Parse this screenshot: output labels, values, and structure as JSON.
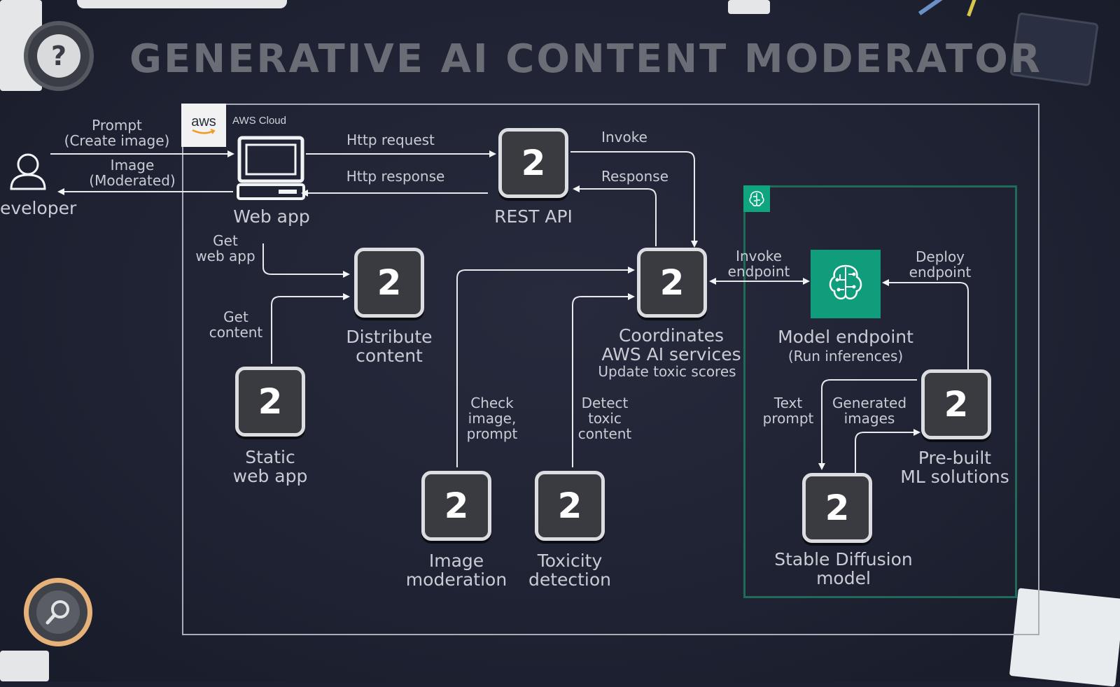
{
  "title": "GENERATIVE AI CONTENT MODERATOR",
  "icons": {
    "help": "question-mark-icon",
    "search": "magnifier-icon",
    "developer": "user-icon",
    "web_app": "computer-icon",
    "model": "brain-circuit-icon"
  },
  "colors": {
    "background": "#1e2232",
    "title": "#6a6d76",
    "ml_frame": "#1f6b5a",
    "model_box": "#0f9d7b",
    "search_ring": "#e6b27a"
  },
  "help_glyph": "?",
  "aws": {
    "logo": "aws",
    "cloud_label": "AWS Cloud"
  },
  "developer": {
    "label": "eveloper"
  },
  "flows": {
    "prompt": "Prompt\n(Create image)",
    "image": "Image\n(Moderated)",
    "http_request": "Http request",
    "http_response": "Http response",
    "invoke": "Invoke",
    "response": "Response",
    "get_web_app": "Get\nweb app",
    "get_content": "Get\ncontent",
    "check_image": "Check\nimage,\nprompt",
    "detect_toxic": "Detect\ntoxic\ncontent",
    "invoke_endpoint": "Invoke\nendpoint",
    "deploy_endpoint": "Deploy\nendpoint",
    "text_prompt": "Text\nprompt",
    "generated_images": "Generated\nimages"
  },
  "nodes": {
    "web_app": {
      "label": "Web app"
    },
    "rest_api": {
      "label": "REST API",
      "value": "2"
    },
    "distribute": {
      "label": "Distribute\ncontent",
      "value": "2"
    },
    "static_web": {
      "label": "Static\nweb app",
      "value": "2"
    },
    "coordinates": {
      "label": "Coordinates\nAWS AI services",
      "sub": "Update toxic scores",
      "value": "2"
    },
    "model_endpoint": {
      "label": "Model endpoint",
      "sub": "(Run inferences)"
    },
    "prebuilt": {
      "label": "Pre-built\nML solutions",
      "value": "2"
    },
    "image_mod": {
      "label": "Image\nmoderation",
      "value": "2"
    },
    "toxicity": {
      "label": "Toxicity\ndetection",
      "value": "2"
    },
    "stable_diff": {
      "label": "Stable Diffusion\nmodel",
      "value": "2"
    }
  }
}
